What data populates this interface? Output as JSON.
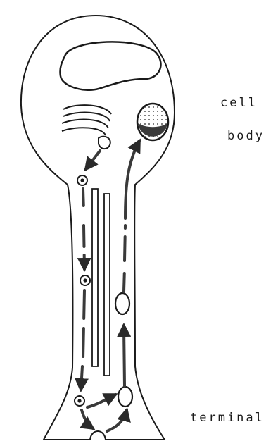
{
  "labels": {
    "cell": "cell",
    "body": "body",
    "terminal": "terminal"
  },
  "colors": {
    "ink": "#1a1a1a",
    "paper": "#ffffff",
    "arrow": "#3a3a3a"
  }
}
